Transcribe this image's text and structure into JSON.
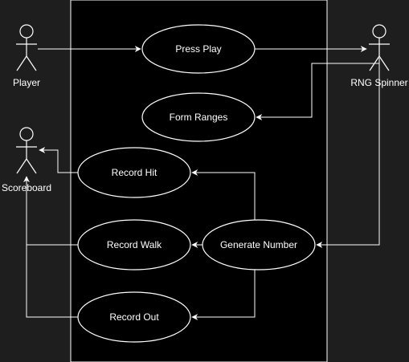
{
  "colors": {
    "background": "#1e1e1e",
    "boundary_fill": "#000000",
    "stroke": "#ffffff",
    "text": "#ffffff"
  },
  "actors": {
    "player": {
      "label": "Player",
      "icon": "stick-figure-icon"
    },
    "rng_spinner": {
      "label": "RNG Spinner",
      "icon": "stick-figure-icon"
    },
    "scoreboard": {
      "label": "Scoreboard",
      "icon": "stick-figure-icon"
    }
  },
  "use_cases": {
    "press_play": "Press Play",
    "form_ranges": "Form Ranges",
    "record_hit": "Record Hit",
    "record_walk": "Record Walk",
    "record_out": "Record Out",
    "generate_number": "Generate Number"
  }
}
